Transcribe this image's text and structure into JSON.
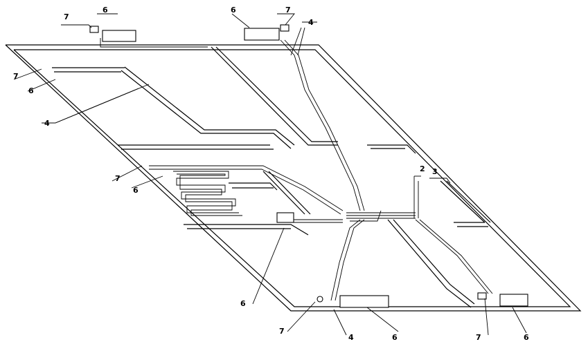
{
  "labels": {
    "n2": "2",
    "n3": "3",
    "n4": "4",
    "n6": "6",
    "n7": "7"
  }
}
